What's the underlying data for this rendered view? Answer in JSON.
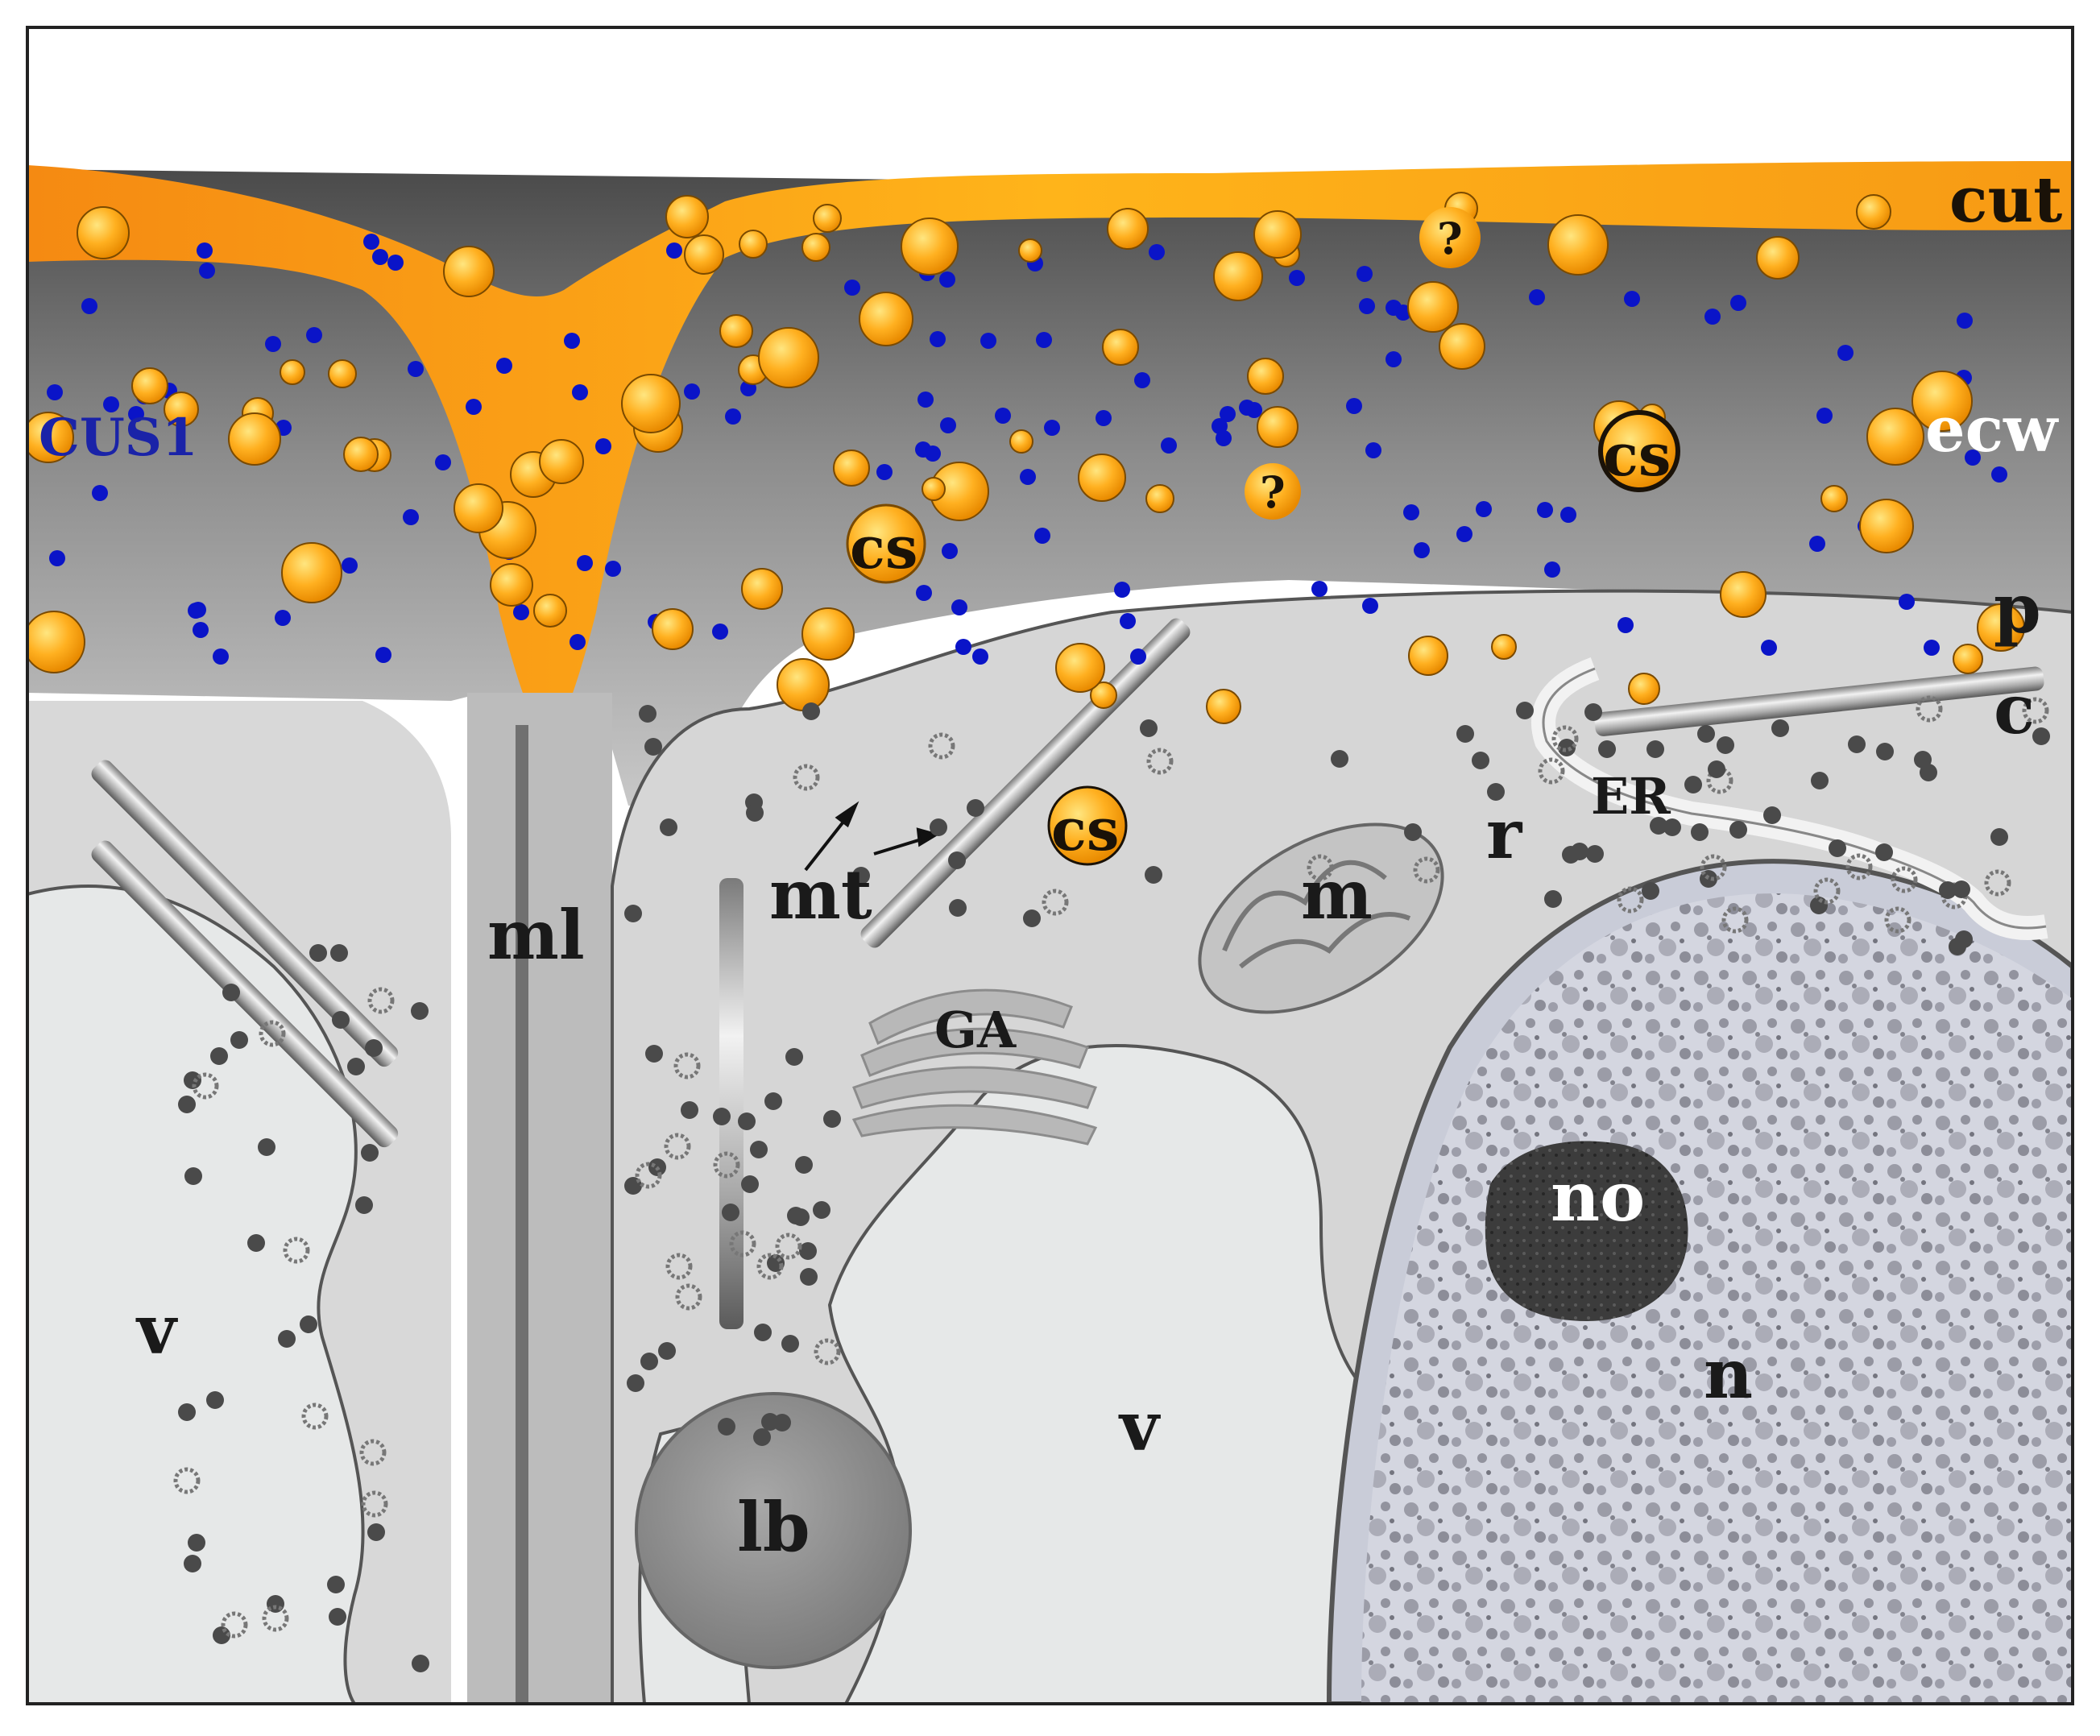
{
  "figure": {
    "labels": {
      "cut": "cut",
      "ecw": "ecw",
      "cus1": "CUS1",
      "cs": "cs",
      "unknown": "?",
      "ml": "ml",
      "mt": "mt",
      "ga": "GA",
      "m": "m",
      "r": "r",
      "er": "ER",
      "p": "p",
      "c": "c",
      "v": "v",
      "lb": "lb",
      "no": "no",
      "n": "n"
    },
    "colors": {
      "cuticle": "#f7a21b",
      "cuticle_light": "#ffc21f",
      "cell_wall_dark": "#6e6e6e",
      "cytoplasm": "#d9d9d9",
      "vacuole": "#e6e8e8",
      "cus1_dot": "#0a14c8",
      "cus1_text": "#1a23a8",
      "particle": "#ffad14",
      "nucleus": "#c9ccd8",
      "nucleolus": "#3a3a3a"
    }
  }
}
